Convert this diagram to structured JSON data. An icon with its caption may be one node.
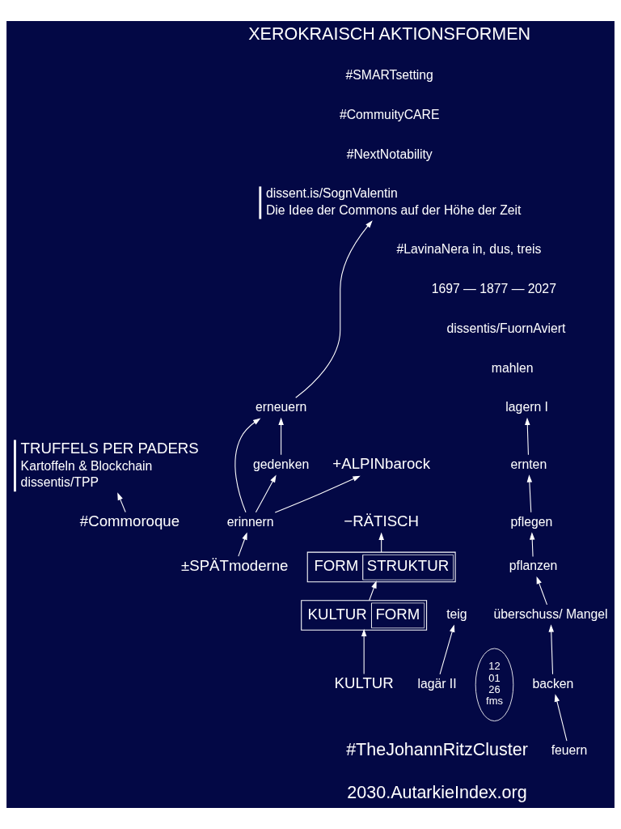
{
  "diagram": {
    "nodes": [
      {
        "text": [
          "TRUFFELS PER PADERS",
          "Kartoffeln & Blockchain",
          "dissentis/TPP"
        ]
      },
      {
        "text": [
          "dissent.is/SognValentin",
          "Die Idee der Commons auf der Höhe der Zeit"
        ]
      },
      {
        "text": [
          "erneuern"
        ]
      },
      {
        "text": [
          "gedenken"
        ]
      },
      {
        "text": [
          "erinnern"
        ]
      },
      {
        "text": [
          "#Commoroque"
        ]
      },
      {
        "text": [
          "±SPÄTmoderne"
        ]
      },
      {
        "text": [
          "+ALPINbarock"
        ]
      },
      {
        "text": [
          "−RÄTISCH"
        ]
      },
      {
        "text": [
          "FORM",
          "STRUKTUR"
        ]
      },
      {
        "text": [
          "KULTUR",
          "FORM"
        ]
      },
      {
        "text": [
          "KULTUR"
        ]
      },
      {
        "text": [
          "ernten"
        ]
      },
      {
        "text": [
          "lagern I"
        ]
      },
      {
        "text": [
          "lagär II"
        ]
      },
      {
        "text": [
          "teig"
        ]
      },
      {
        "text": [
          "feuern"
        ]
      },
      {
        "text": [
          "backen"
        ]
      },
      {
        "text": [
          "überschuss/ Mangel"
        ]
      },
      {
        "text": [
          "pflanzen"
        ]
      },
      {
        "text": [
          "pflegen"
        ]
      },
      {
        "text": [
          "12",
          "01",
          "26",
          "fms"
        ]
      }
    ],
    "edges": [
      {
        "from": 5,
        "to": 0,
        "arrow": "to"
      },
      {
        "from": 2,
        "to": 1,
        "arrow": "to"
      },
      {
        "from": 3,
        "to": 2,
        "arrow": "to"
      },
      {
        "from": 4,
        "to": 3,
        "arrow": "to"
      },
      {
        "from": 4,
        "to": 2,
        "arrow": "to"
      },
      {
        "from": 6,
        "to": 4,
        "arrow": "to"
      },
      {
        "from": 4,
        "to": 7,
        "arrow": "to"
      },
      {
        "from": 9,
        "to": 8,
        "arrow": "to"
      },
      {
        "from": 10,
        "to": 9,
        "arrow": "to"
      },
      {
        "from": 11,
        "to": 10,
        "arrow": "to"
      },
      {
        "from": 12,
        "to": 13,
        "arrow": "to"
      },
      {
        "from": 14,
        "to": 15,
        "arrow": "to"
      },
      {
        "from": 16,
        "to": 17,
        "arrow": "to"
      },
      {
        "from": 17,
        "to": 18,
        "arrow": "to"
      },
      {
        "from": 18,
        "to": 19,
        "arrow": "to"
      },
      {
        "from": 19,
        "to": 20,
        "arrow": "to"
      },
      {
        "from": 20,
        "to": 12,
        "arrow": "to"
      }
    ],
    "labels": [
      "XEROKRAISCH AKTIONSFORMEN",
      "#SMARTsetting",
      "#CommuityCARE",
      "#NextNotability",
      "#LavinaNera in, dus, treis",
      "1697 — 1877 — 2027",
      "dissentis/FuornAviert",
      "mahlen",
      "#TheJohannRitzCluster",
      "2030.AutarkieIndex.org"
    ]
  }
}
